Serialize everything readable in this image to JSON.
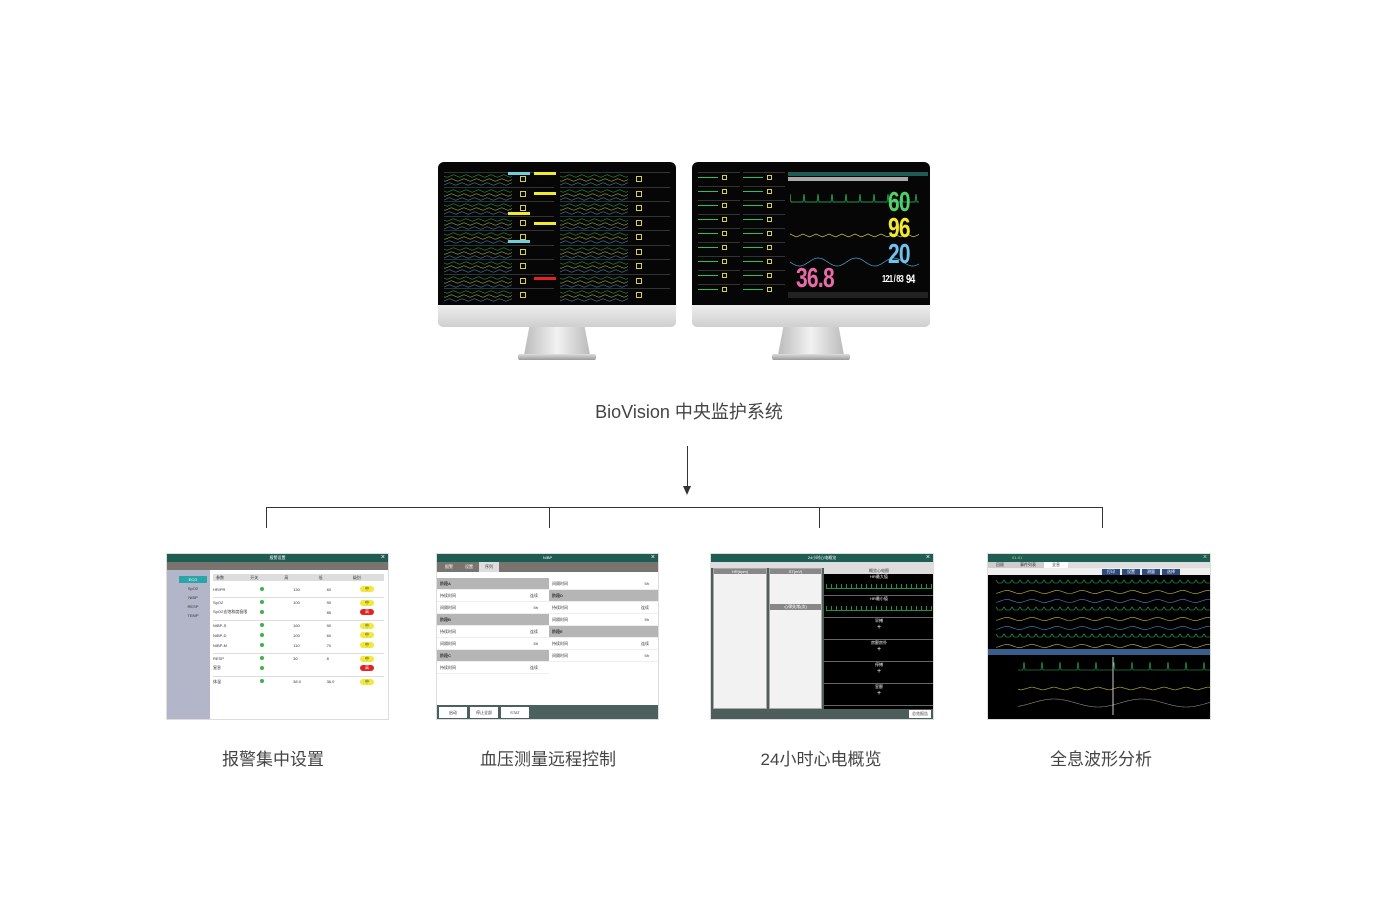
{
  "center": {
    "title": "BioVision 中央监护系统",
    "big_monitor": {
      "hr": "60",
      "spo2": "96",
      "resp": "20",
      "temp": "36.8",
      "nibp": "121 / 83",
      "nibp_mean": "94"
    }
  },
  "features": [
    {
      "caption": "报警集中设置"
    },
    {
      "caption": "血压测量远程控制"
    },
    {
      "caption": "24小时心电概览"
    },
    {
      "caption": "全息波形分析"
    }
  ],
  "alarm_settings": {
    "tree": [
      "ECG",
      "SpO2",
      "NIBP",
      "RESP",
      "TEMP"
    ],
    "headers": [
      "参数",
      "开关",
      "高",
      "低",
      "级别"
    ],
    "rows": [
      {
        "name": "HR/PR",
        "high": "130",
        "low": "60",
        "level": "中",
        "color": "#f0e83a"
      },
      {
        "name": "SpO2",
        "high": "100",
        "low": "90",
        "level": "中",
        "color": "#f0e83a"
      },
      {
        "name": "SpO2去饱和度极限",
        "high": "",
        "low": "85",
        "level": "高",
        "color": "#e52222"
      },
      {
        "name": "NIBP-S",
        "high": "160",
        "low": "90",
        "level": "中",
        "color": "#f0e83a"
      },
      {
        "name": "NIBP-D",
        "high": "100",
        "low": "60",
        "level": "中",
        "color": "#f0e83a"
      },
      {
        "name": "NIBP-M",
        "high": "110",
        "low": "70",
        "level": "中",
        "color": "#f0e83a"
      },
      {
        "name": "RESP",
        "high": "30",
        "low": "8",
        "level": "中",
        "color": "#f0e83a"
      },
      {
        "name": "窒息",
        "high": "",
        "low": "",
        "level": "高",
        "color": "#e52222"
      },
      {
        "name": "体温",
        "high": "38.0",
        "low": "36.0",
        "level": "中",
        "color": "#f0e83a"
      }
    ]
  },
  "nibp": {
    "title": "NIBP",
    "tabs": [
      "报警",
      "设置",
      "序列"
    ],
    "left": [
      {
        "type": "head",
        "label": "阶段A"
      },
      {
        "label": "持续时间",
        "value": "连续"
      },
      {
        "label": "间隔时间",
        "value": "5h"
      },
      {
        "type": "head",
        "label": "阶段B"
      },
      {
        "label": "持续时间",
        "value": "连续"
      },
      {
        "label": "间隔时间",
        "value": "5h"
      },
      {
        "type": "head",
        "label": "阶段C"
      },
      {
        "label": "持续时间",
        "value": "连续"
      }
    ],
    "right": [
      {
        "label": "间隔时间",
        "value": "5h"
      },
      {
        "type": "head",
        "label": "阶段D"
      },
      {
        "label": "持续时间",
        "value": "连续"
      },
      {
        "label": "间隔时间",
        "value": "5h"
      },
      {
        "type": "head",
        "label": "阶段E"
      },
      {
        "label": "持续时间",
        "value": "连续"
      },
      {
        "label": "间隔时间",
        "value": "5h"
      }
    ],
    "buttons": [
      "启动",
      "停止全部",
      "STAT"
    ]
  },
  "ecg24": {
    "title": "24小时心电概览",
    "panel_hr": "HR(bpm)",
    "panel_st": "ST(mV)",
    "panel_arr": "心律失常(次)",
    "right_title": "概览心电图",
    "sections": [
      "HR最大值",
      "HR最小值",
      "早搏",
      "房颤房扑",
      "停搏",
      "室颤"
    ],
    "export": "总览报告"
  },
  "holo": {
    "bed": "01-01",
    "tabs": [
      "回顾",
      "事件列表",
      "全息"
    ],
    "buttons": [
      "打印",
      "设置",
      "测量",
      "选择"
    ]
  }
}
